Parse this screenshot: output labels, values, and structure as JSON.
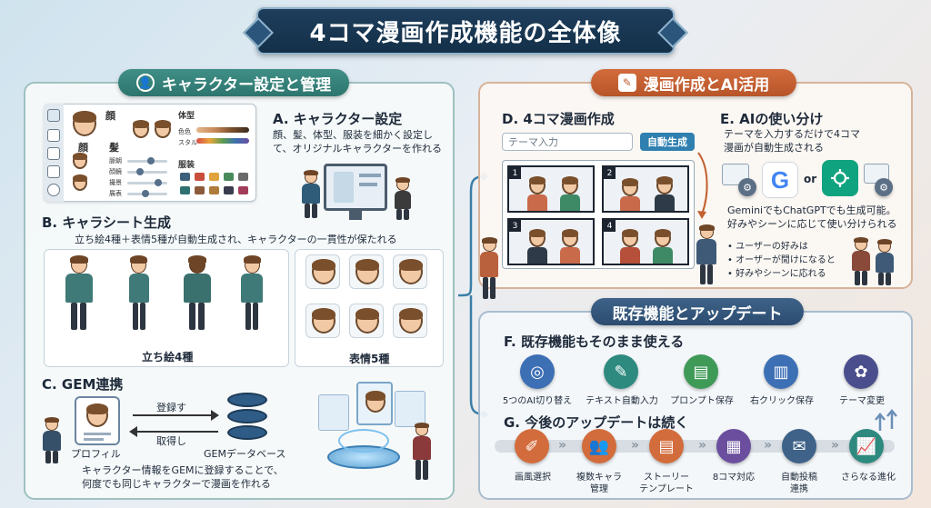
{
  "title": "4コマ漫画作成機能の全体像",
  "left": {
    "header": "キャラクター設定と管理",
    "settings_mock": {
      "face_label": "顔",
      "hair_label": "髪",
      "face_label2": "顔",
      "body_label": "体型",
      "color_label": "色色",
      "style_label": "スタル",
      "clothes_label": "服装",
      "slider_labels": [
        "脈朝",
        "顔鏡",
        "撮景",
        "展表"
      ]
    },
    "sectionA": {
      "title": "A. キャラクター設定",
      "desc1": "顔、髪、体型、服装を細かく設定し",
      "desc2": "て、オリジナルキャラクターを作れる"
    },
    "sectionB": {
      "title": "B. キャラシート生成",
      "desc": "立ち絵4種＋表情5種が自動生成され、キャラクターの一貫性が保たれる",
      "standing_label": "立ち絵4種",
      "expression_label": "表情5種"
    },
    "sectionC": {
      "title": "C. GEM連携",
      "register_label": "登録す",
      "fetch_label": "取得し",
      "profile_label": "プロフィル",
      "db_label": "GEMデータベース",
      "desc1": "キャラクター情報をGEMに登録することで、",
      "desc2": "何度でも同じキャラクターで漫画を作れる"
    }
  },
  "right_top": {
    "header": "漫画作成とAI活用",
    "sectionD": {
      "title": "D. 4コマ漫画作成",
      "input_placeholder": "テーマ入力",
      "generate_button": "自動生成",
      "panel_numbers": [
        "1",
        "2",
        "3",
        "4"
      ]
    },
    "sectionE": {
      "title": "E. AIの使い分け",
      "desc1": "テーマを入力するだけで4コマ",
      "desc2": "漫画が自動生成される",
      "or_label": "or",
      "g_letter": "G",
      "desc3": "GeminiでもChatGPTでも生成可能。",
      "desc4": "好みやシーンに応じて使い分けられる",
      "bullets": [
        "ユーザーの好みは",
        "オーザーが閒けになると",
        "好みやシーンに応れる"
      ]
    }
  },
  "right_bottom": {
    "header": "既存機能とアップデート",
    "sectionF": {
      "title": "F. 既存機能もそのまま使える",
      "features": [
        "5つのAI切り替え",
        "テキスト自動入力",
        "プロンプト保存",
        "右クリック保存",
        "テーマ変更"
      ]
    },
    "sectionG": {
      "title": "G. 今後のアップデートは続く",
      "steps": [
        {
          "line1": "画風選択",
          "line2": ""
        },
        {
          "line1": "複数キャラ",
          "line2": "管理"
        },
        {
          "line1": "ストーリー",
          "line2": "テンプレート"
        },
        {
          "line1": "8コマ対応",
          "line2": ""
        },
        {
          "line1": "自動投稿",
          "line2": "連携"
        },
        {
          "line1": "さらなる進化",
          "line2": ""
        }
      ]
    }
  },
  "colors": {
    "teal": "#3f8f86",
    "orange": "#d36c3c",
    "navy": "#3e6288",
    "feature_blue": "#3d6fb5",
    "feature_teal": "#2e8a7f",
    "feature_green": "#3f9a58",
    "feature_purple": "#4a4e8c"
  }
}
